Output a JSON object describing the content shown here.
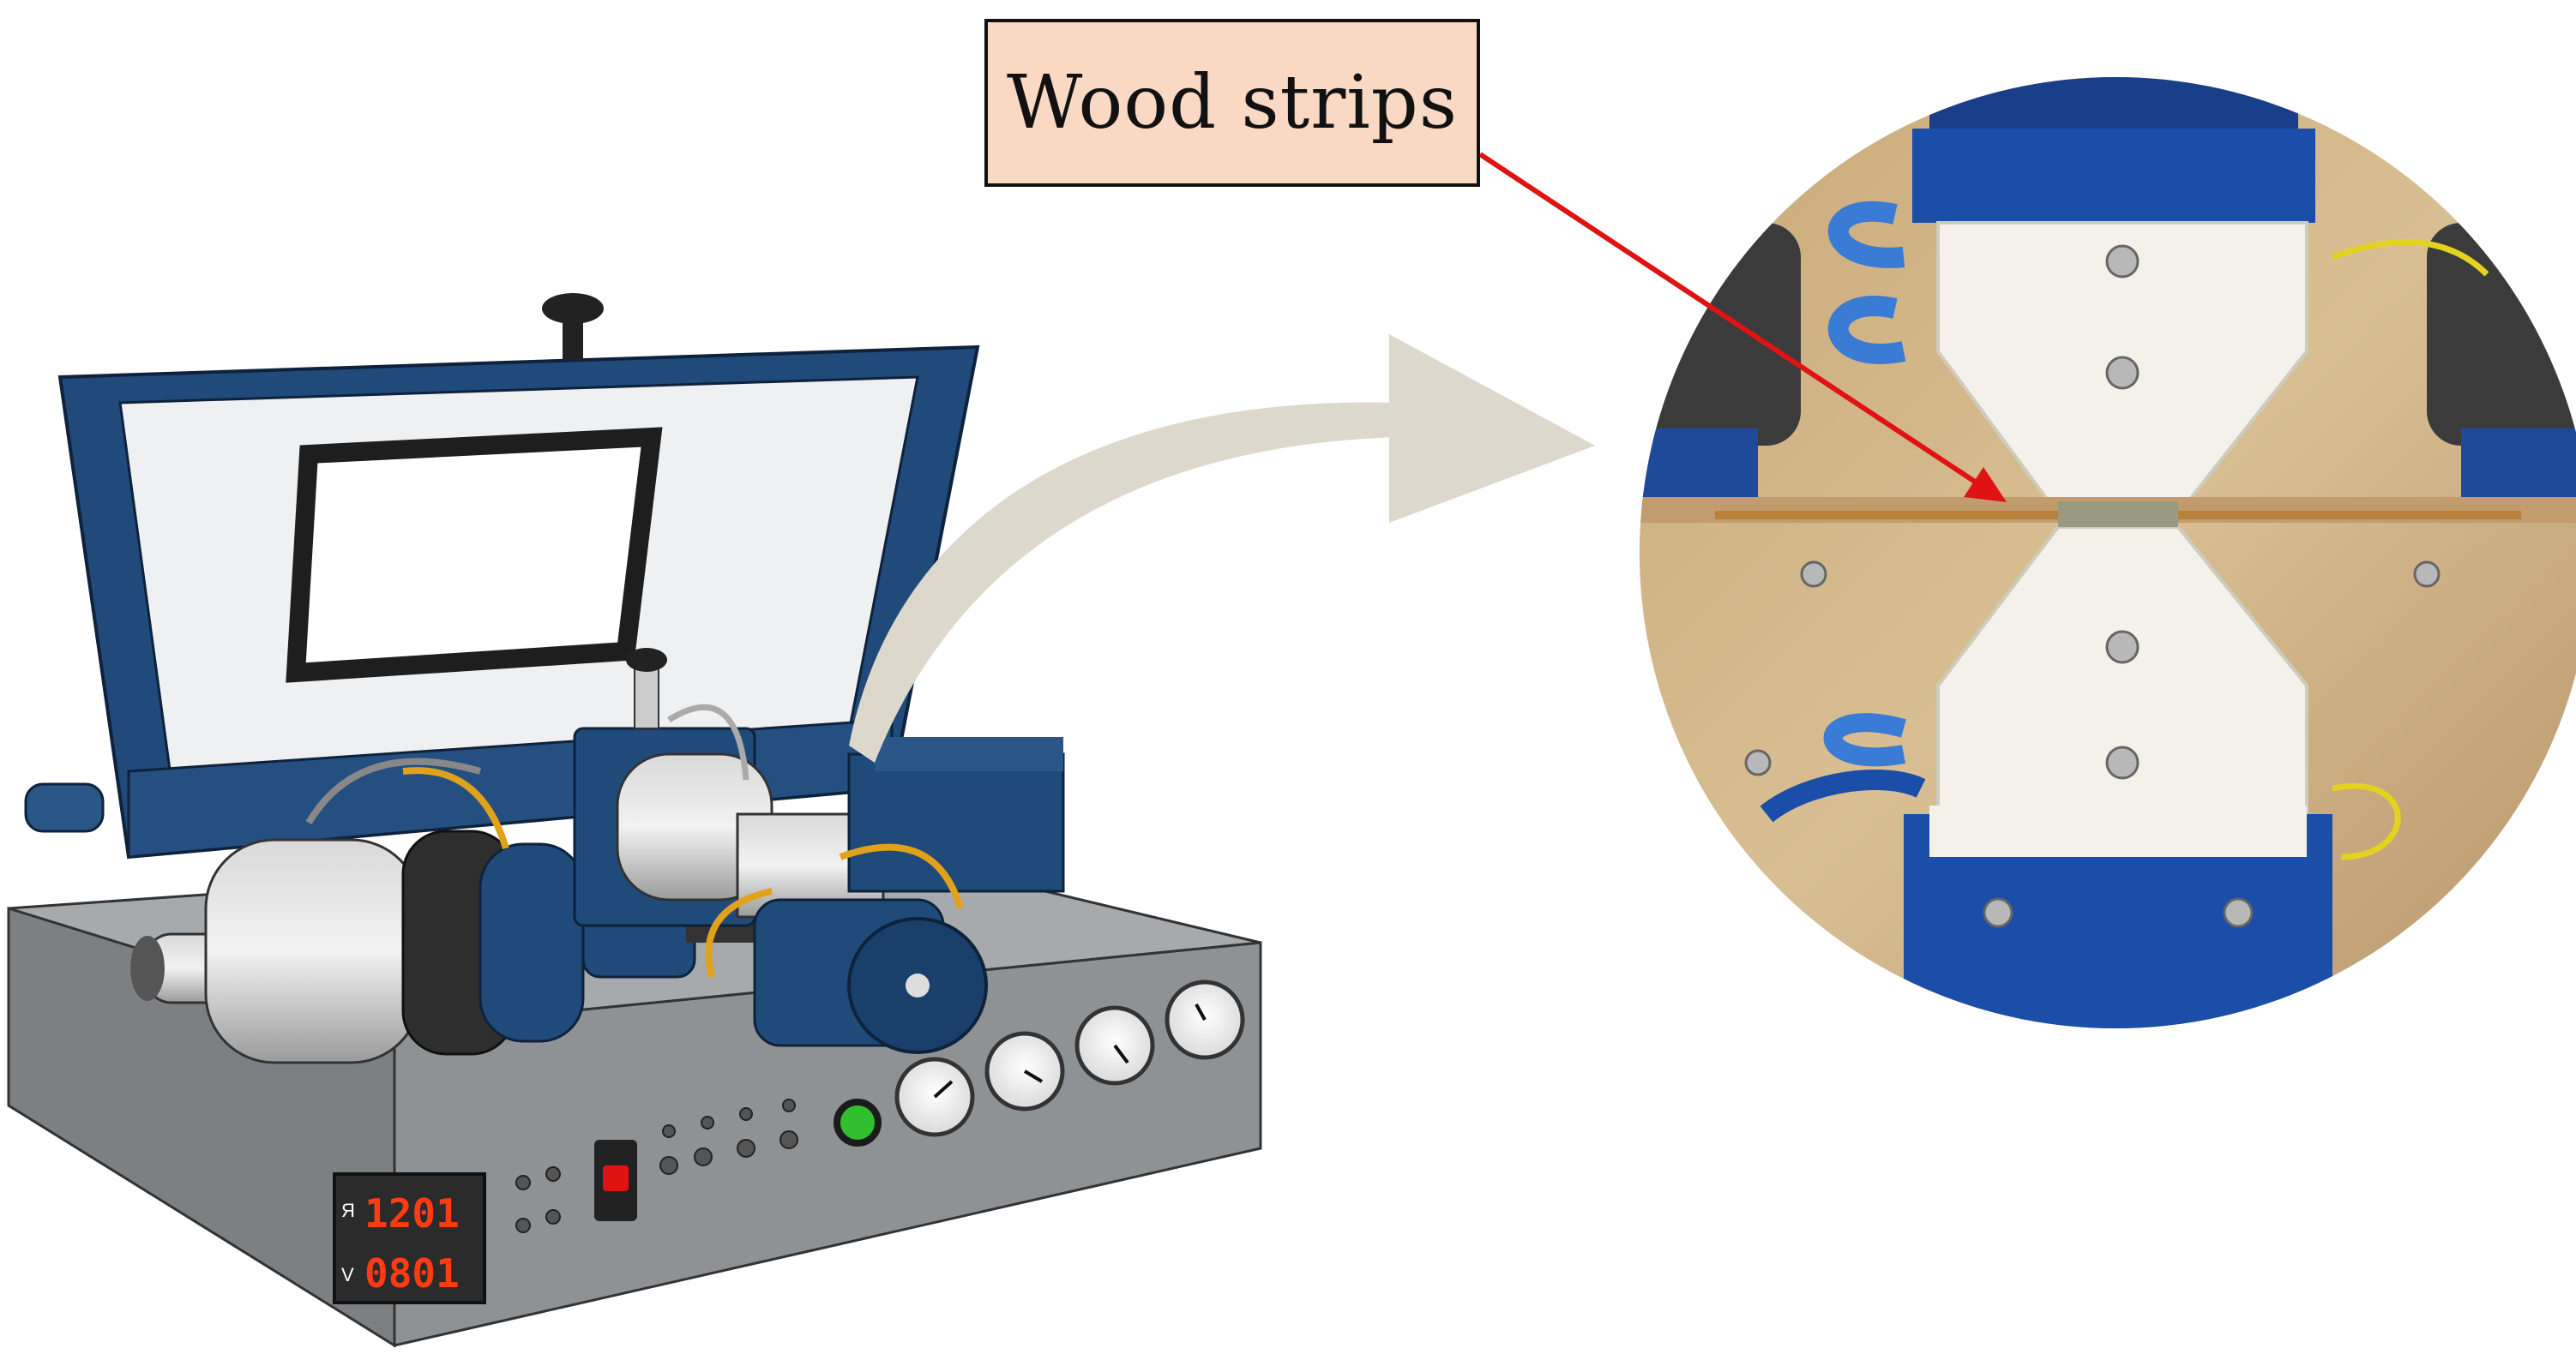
{
  "callout": {
    "label": "Wood strips"
  },
  "panel_display": {
    "side_top": "Я",
    "side_bottom": "V",
    "top_value": "1201",
    "bottom_value": "0801"
  },
  "colors": {
    "callout_fill": "#f9d9c4",
    "arrow_pointer": "#e01313",
    "flow_arrow": "#dcd8cc",
    "machine_blue": "#1f4a7a",
    "base_gray": "#8f9294",
    "display_red": "#ff3b14",
    "power_button": "#2fbf2f"
  }
}
